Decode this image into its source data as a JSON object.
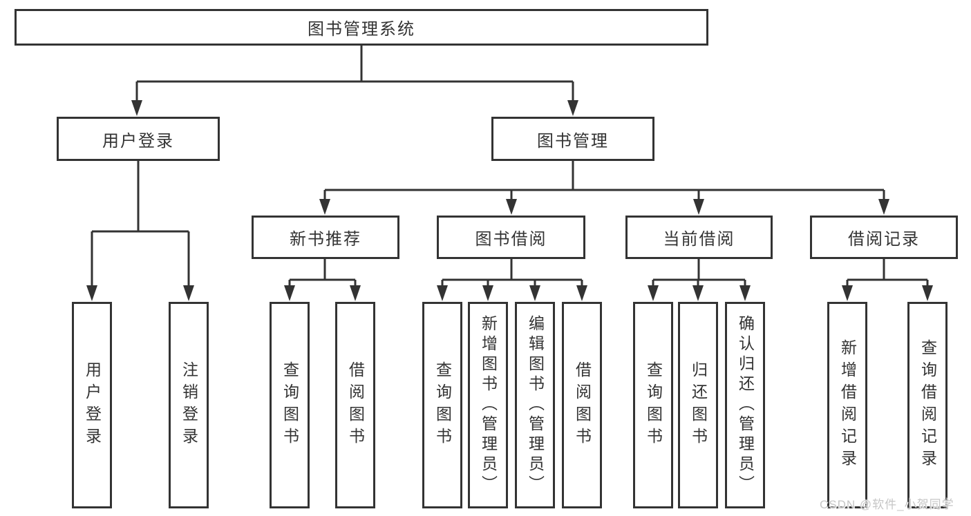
{
  "diagram": {
    "root": "图书管理系统",
    "level2": {
      "user_login": "用户登录",
      "book_mgmt": "图书管理"
    },
    "level3": {
      "new_books": "新书推荐",
      "book_borrow": "图书借阅",
      "current_borrow": "当前借阅",
      "borrow_records": "借阅记录"
    },
    "leaves": {
      "login": [
        "用户登录",
        "注销登录"
      ],
      "recommend": [
        "查询图书",
        "借阅图书"
      ],
      "borrow": [
        "查询图书",
        "新增图书（管理员）",
        "编辑图书（管理员）",
        "借阅图书"
      ],
      "current": [
        "查询图书",
        "归还图书",
        "确认归还（管理员）"
      ],
      "records": [
        "新增借阅记录",
        "查询借阅记录"
      ]
    }
  },
  "watermark": "CSDN @软件_小贺同学",
  "colors": {
    "line": "#333333",
    "text": "#333333",
    "watermark": "#c6c6c6",
    "background": "#ffffff"
  }
}
